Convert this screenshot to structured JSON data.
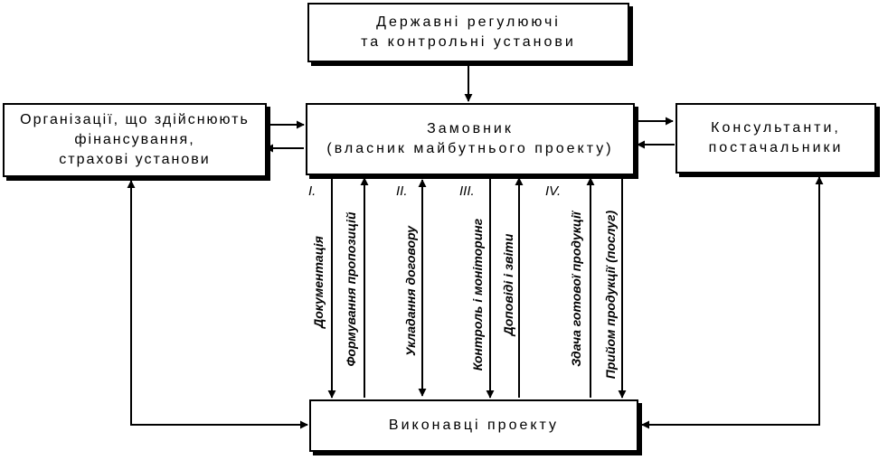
{
  "boxes": {
    "state": {
      "line1": "Державні регулюючі",
      "line2": "та контрольні установи"
    },
    "customer": {
      "line1": "Замовник",
      "line2": "(власник майбутнього проекту)"
    },
    "finance": {
      "line1": "Організації, що здійснюють",
      "line2": "фінансування,",
      "line3": "страхові установи"
    },
    "consultants": {
      "line1": "Консультанти,",
      "line2": "постачальники"
    },
    "executors": {
      "line1": "Виконавці проекту"
    }
  },
  "stages": [
    "I.",
    "II.",
    "III.",
    "IV."
  ],
  "flows": [
    "Документація",
    "Формування пропозицій",
    "Укладання договору",
    "Контроль і моніторинг",
    "Доповіді і звіти",
    "Здача готової продукції",
    "Прийом продукції (послуг)"
  ]
}
